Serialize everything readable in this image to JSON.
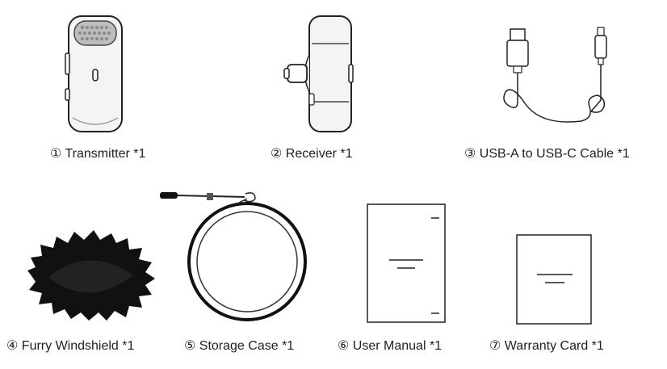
{
  "items": [
    {
      "label": "① Transmitter *1",
      "icon": "transmitter-icon"
    },
    {
      "label": "② Receiver *1",
      "icon": "receiver-icon"
    },
    {
      "label": "③ USB-A to USB-C Cable *1",
      "icon": "usb-cable-icon"
    },
    {
      "label": "④ Furry Windshield *1",
      "icon": "furry-windshield-icon"
    },
    {
      "label": "⑤ Storage Case *1",
      "icon": "storage-case-icon"
    },
    {
      "label": "⑥ User Manual  *1",
      "icon": "user-manual-icon"
    },
    {
      "label": "⑦ Warranty Card *1",
      "icon": "warranty-card-icon"
    }
  ]
}
